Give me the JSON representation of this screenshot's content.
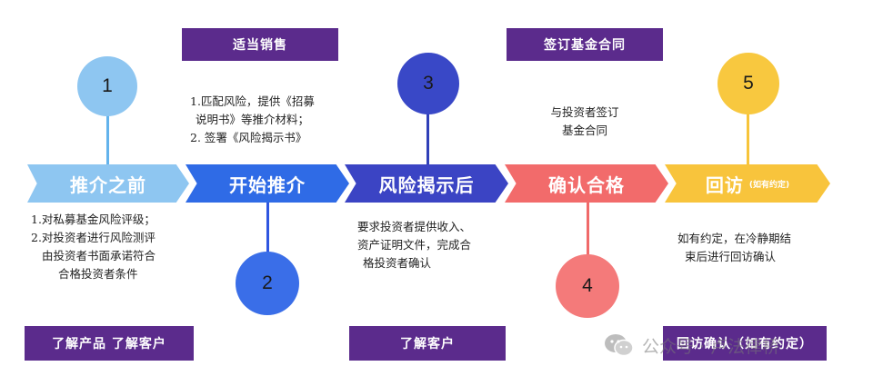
{
  "top_labels": [
    "适当销售",
    "签订基金合同"
  ],
  "bottom_labels": [
    "了解产品 了解客户",
    "了解客户",
    "回访确认（如有约定）"
  ],
  "steps": [
    {
      "number": "1",
      "label": "推介之前"
    },
    {
      "number": "2",
      "label": "开始推介"
    },
    {
      "number": "3",
      "label": "风险揭示后"
    },
    {
      "number": "4",
      "label": "确认合格"
    },
    {
      "number": "5",
      "label": "回访",
      "note": "(如有约定)"
    }
  ],
  "descriptions": {
    "step1": [
      "1.对私募基金风险评级；",
      "2.对投资者进行风险测评",
      "由投资者书面承诺符合",
      "合格投资者条件"
    ],
    "step2": [
      "1.匹配风险，提供《招募",
      "说明书》等推介材料；",
      "2. 签署《风险揭示书》"
    ],
    "step3": [
      "要求投资者提供收入、",
      "资产证明文件，完成合",
      "格投资者确认"
    ],
    "step4": [
      "与投资者签订",
      "基金合同"
    ],
    "step5": [
      "如有约定，在冷静期结",
      "束后进行回访确认"
    ]
  },
  "watermark": "公众号 · 卢法律桥",
  "colors": {
    "step1": "#63b3ec",
    "step2": "#2f56e0",
    "step3": "#3040b8",
    "step4": "#f06a6a",
    "step5": "#f7c43a",
    "purple": "#5b2b8c"
  },
  "icons": [
    "wechat-icon"
  ]
}
